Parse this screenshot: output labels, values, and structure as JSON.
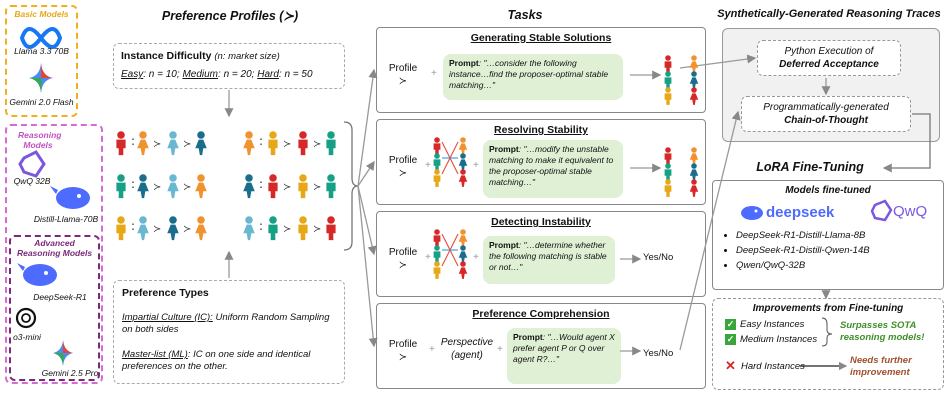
{
  "left_models": {
    "basic_label": "Basic Models",
    "basic": [
      "Llama 3.3 70B",
      "Gemini 2.0 Flash"
    ],
    "reasoning_label": "Reasoning Models",
    "reasoning": [
      "QwQ 32B",
      "Distill-Llama-70B"
    ],
    "advanced_label": "Advanced Reasoning Models",
    "advanced": [
      "DeepSeek-R1",
      "o3-mini",
      "Gemini 2.5 Pro"
    ]
  },
  "profiles": {
    "heading": "Preference Profiles (≻)",
    "difficulty_title": "Instance Difficulty",
    "difficulty_note": "(n: market size)",
    "easy_label": "Easy",
    "easy_value": ": n = 10;",
    "medium_label": "Medium",
    "medium_value": ": n = 20;",
    "hard_label": "Hard",
    "hard_value": ": n = 50",
    "types_title": "Preference Types",
    "ic_label": "Impartial Culture (IC):",
    "ic_text": " Uniform Random Sampling on both sides",
    "ml_label": "Master-list (ML)",
    "ml_text": ": IC on one side and identical preferences on the other."
  },
  "tasks": {
    "heading": "Tasks",
    "profile_label": "Profile",
    "succ_symbol": "≻",
    "prompt_label": "Prompt",
    "items": [
      {
        "title": "Generating Stable Solutions",
        "prompt": ": \"…consider the following instance…find the proposer-optimal stable matching…\""
      },
      {
        "title": "Resolving Stability",
        "prompt": ": \"…modify the unstable matching to make it equivalent to the proposer-optimal stable matching…\""
      },
      {
        "title": "Detecting Instability",
        "prompt": ": \"…determine whether the following matching is stable or not…\"",
        "output": "Yes/No"
      },
      {
        "title": "Preference Comprehension",
        "perspective": "Perspective (agent)",
        "prompt": ": \"…Would agent X prefer agent P or Q over agent R?…\"",
        "output": "Yes/No"
      }
    ]
  },
  "synthetic": {
    "heading": "Synthetically-Generated Reasoning Traces",
    "python_line1": "Python Execution of",
    "python_line2": "Deferred Acceptance",
    "cot_line1": "Programmatically-generated",
    "cot_line2": "Chain-of-Thought"
  },
  "lora": {
    "heading": "LoRA Fine-Tuning",
    "models_title": "Models fine-tuned",
    "logo_deepseek": "deepseek",
    "logo_qwq": "QwQ",
    "models": [
      "DeepSeek-R1-Distill-Llama-8B",
      "DeepSeek-R1-Distill-Qwen-14B",
      "Qwen/QwQ-32B"
    ]
  },
  "improvements": {
    "title": "Improvements from Fine-tuning",
    "easy": "Easy Instances",
    "medium": "Medium Instances",
    "surpass": "Surpasses SOTA reasoning models!",
    "hard": "Hard Instances",
    "needs": "Needs further improvement"
  },
  "colors": {
    "red": "#d62828",
    "orange": "#f0922e",
    "blue_light": "#6ab7d1",
    "blue_dark": "#1b6d8c",
    "teal": "#16a085",
    "gold": "#e6a817",
    "green_text": "#3f8f2a",
    "brown_text": "#a0522d",
    "basic_border": "#f2b01e",
    "reasoning_border": "#d66bd6",
    "advanced_border": "#7a2a7a"
  }
}
